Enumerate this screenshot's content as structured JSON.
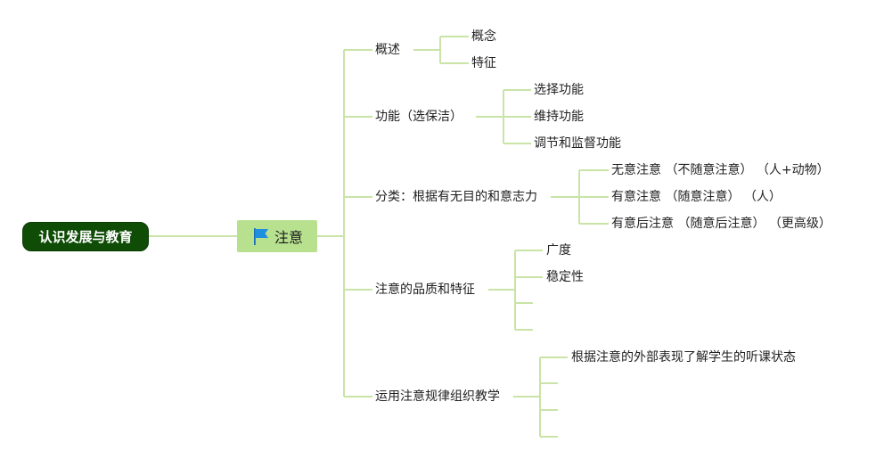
{
  "root": {
    "label": "认识发展与教育"
  },
  "main": {
    "label": "注意"
  },
  "branches": [
    {
      "label": "概述",
      "children": [
        "概念",
        "特征"
      ]
    },
    {
      "label": "功能（选保洁）",
      "children": [
        "选择功能",
        "维持功能",
        "调节和监督功能"
      ]
    },
    {
      "label": "分类：根据有无目的和意志力",
      "children": [
        "无意注意 （不随意注意） （人+动物）",
        "有意注意 （随意注意） （人）",
        "有意后注意 （随意后注意） （更高级）"
      ]
    },
    {
      "label": "注意的品质和特征",
      "children": [
        "广度",
        "稳定性",
        "",
        ""
      ]
    },
    {
      "label": "运用注意规律组织教学",
      "children": [
        "根据注意的外部表现了解学生的听课状态",
        "",
        "",
        ""
      ]
    }
  ],
  "colors": {
    "line": "#c9e4a6",
    "root_bg": "#0f4d06",
    "main_bg": "#b7e08f",
    "flag": "#1f8fe0"
  }
}
